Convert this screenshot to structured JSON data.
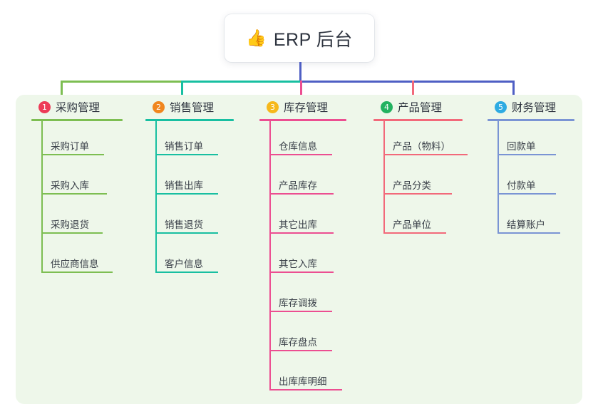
{
  "root": {
    "icon": "thumbs-up-icon",
    "icon_glyph": "👍",
    "title": "ERP 后台"
  },
  "theme": {
    "page_background": "#ffffff",
    "panel_background": "#eef7ea",
    "stem_color": "#4f5fc4",
    "bus_segments": [
      "#7dbe52",
      "#18bfa1",
      "#4f5fc4"
    ]
  },
  "columns": [
    {
      "number": "1",
      "title": "采购管理",
      "badge_color": "#ed3b57",
      "line_color": "#7dbe52",
      "head_rule_width": 128,
      "rule_widths": [
        88,
        92,
        86,
        100
      ],
      "items": [
        "采购订单",
        "采购入库",
        "采购退货",
        "供应商信息"
      ]
    },
    {
      "number": "2",
      "title": "销售管理",
      "badge_color": "#f0861e",
      "line_color": "#18bfa1",
      "head_rule_width": 124,
      "rule_widths": [
        88,
        88,
        88,
        88
      ],
      "items": [
        "销售订单",
        "销售出库",
        "销售退货",
        "客户信息"
      ]
    },
    {
      "number": "3",
      "title": "库存管理",
      "badge_color": "#f6b81c",
      "line_color": "#ec4e91",
      "head_rule_width": 122,
      "rule_widths": [
        88,
        90,
        90,
        90,
        88,
        88,
        102
      ],
      "items": [
        "仓库信息",
        "产品库存",
        "其它出库",
        "其它入库",
        "库存调拨",
        "库存盘点",
        "出库库明细"
      ]
    },
    {
      "number": "4",
      "title": "产品管理",
      "badge_color": "#23b260",
      "line_color": "#f2697a",
      "head_rule_width": 125,
      "rule_widths": [
        118,
        96,
        88
      ],
      "items": [
        "产品（物料）",
        "产品分类",
        "产品单位"
      ]
    },
    {
      "number": "5",
      "title": "财务管理",
      "badge_color": "#2eabe2",
      "line_color": "#7a94d4",
      "head_rule_width": 122,
      "rule_widths": [
        82,
        82,
        88
      ],
      "items": [
        "回款单",
        "付款单",
        "结算账户"
      ]
    }
  ]
}
